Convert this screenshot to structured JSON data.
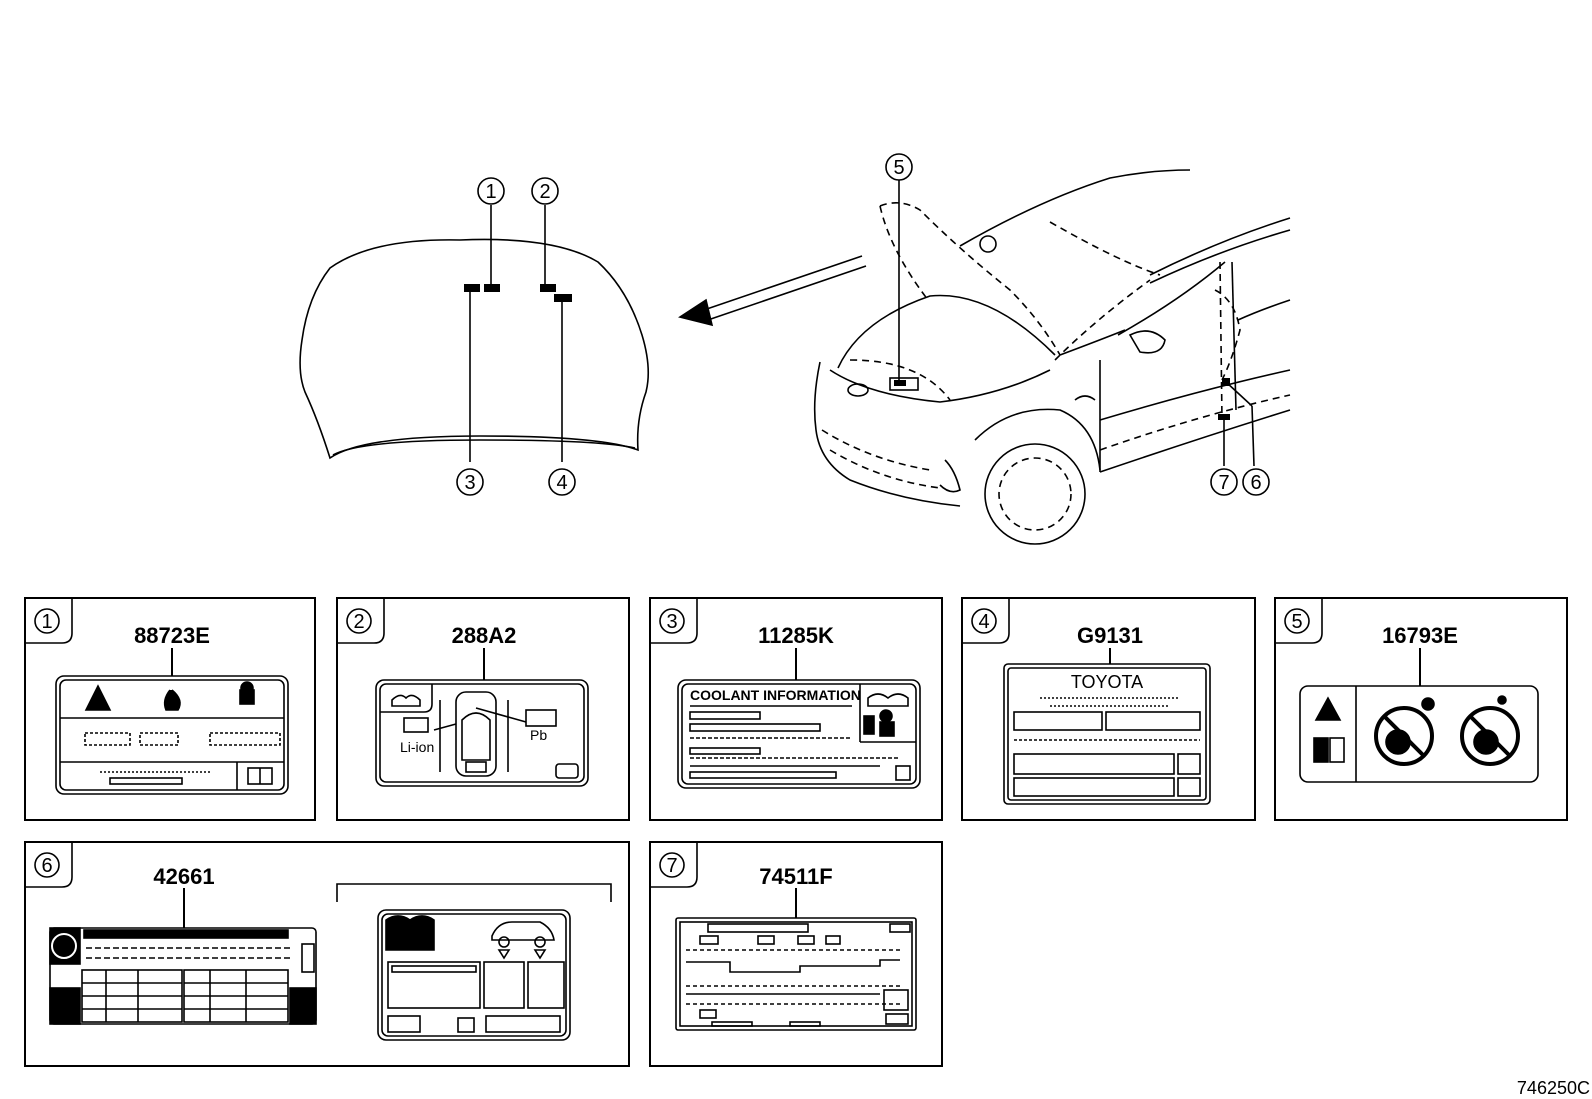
{
  "callouts": {
    "c1": "1",
    "c2": "2",
    "c3": "3",
    "c4": "4",
    "c5": "5",
    "c6": "6",
    "c7": "7"
  },
  "panels": [
    {
      "num": "1",
      "part": "88723E"
    },
    {
      "num": "2",
      "part": "288A2"
    },
    {
      "num": "3",
      "part": "11285K"
    },
    {
      "num": "4",
      "part": "G9131"
    },
    {
      "num": "5",
      "part": "16793E"
    },
    {
      "num": "6",
      "part": "42661"
    },
    {
      "num": "7",
      "part": "74511F"
    }
  ],
  "label_text": {
    "li_ion": "Li-ion",
    "pb": "Pb",
    "coolant": "COOLANT INFORMATION",
    "toyota": "TOYOTA"
  },
  "figure_id": "746250C"
}
